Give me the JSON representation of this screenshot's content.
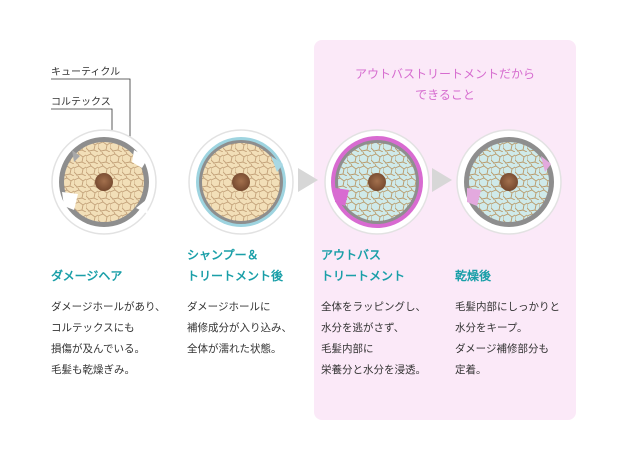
{
  "callouts": {
    "cuticle": "キューティクル",
    "cortex": "コルテックス"
  },
  "highlight_heading": [
    "アウトバストリートメントだから",
    "できること"
  ],
  "stages": [
    {
      "title": [
        "ダメージヘア"
      ],
      "body": [
        "ダメージホールがあり、",
        "コルテックスにも",
        "損傷が及んでいる。",
        "毛髪も乾燥ぎみ。"
      ]
    },
    {
      "title": [
        "シャンプー＆",
        "トリートメント後"
      ],
      "body": [
        "ダメージホールに",
        "補修成分が入り込み、",
        "全体が濡れた状態。"
      ]
    },
    {
      "title": [
        "アウトバス",
        "トリートメント"
      ],
      "body": [
        "全体をラッピングし、",
        "水分を逃がさず、",
        "毛髪内部に",
        "栄養分と水分を浸透。"
      ]
    },
    {
      "title": [
        "乾燥後"
      ],
      "body": [
        "毛髪内部にしっかりと",
        "水分をキープ。",
        "ダメージ補修部分も",
        "定着。"
      ]
    }
  ],
  "colors": {
    "accent_teal": "#1a9fa8",
    "accent_pink": "#d66ccf",
    "highlight_bg": "#fbe9f8",
    "cell_beige": "#f2dfb8",
    "cell_blue": "#cfeaea",
    "core_brown": "#8a5a3c",
    "arrow_gray": "#d7d7d7"
  },
  "icons": [
    "hair-cross-section-icon",
    "arrow-right-icon"
  ]
}
